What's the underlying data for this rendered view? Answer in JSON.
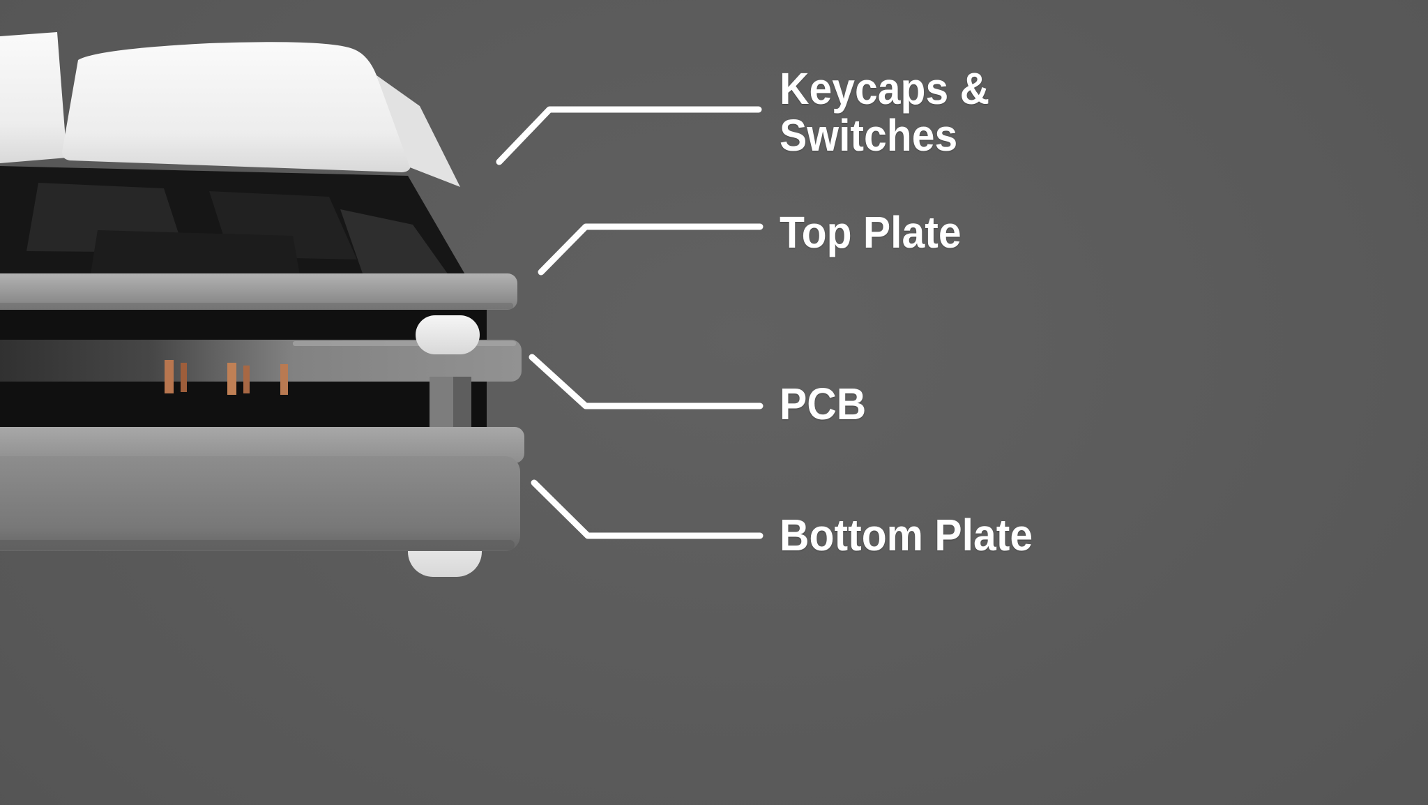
{
  "diagram": {
    "subject": "keyboard-layers-side-view",
    "colors": {
      "background": "#575757",
      "callout_line": "#ffffff",
      "label_text": "#ffffff",
      "keycap": "#f2f2f2",
      "switch": "#1a1a1a",
      "plate": "#9a9a9a",
      "pcb_pins": "#bb7a52",
      "foot": "#ededed"
    },
    "labels": [
      {
        "id": "keycaps-switches",
        "text": "Keycaps &\nSwitches"
      },
      {
        "id": "top-plate",
        "text": "Top Plate"
      },
      {
        "id": "pcb",
        "text": "PCB"
      },
      {
        "id": "bottom-plate",
        "text": "Bottom Plate"
      }
    ]
  }
}
